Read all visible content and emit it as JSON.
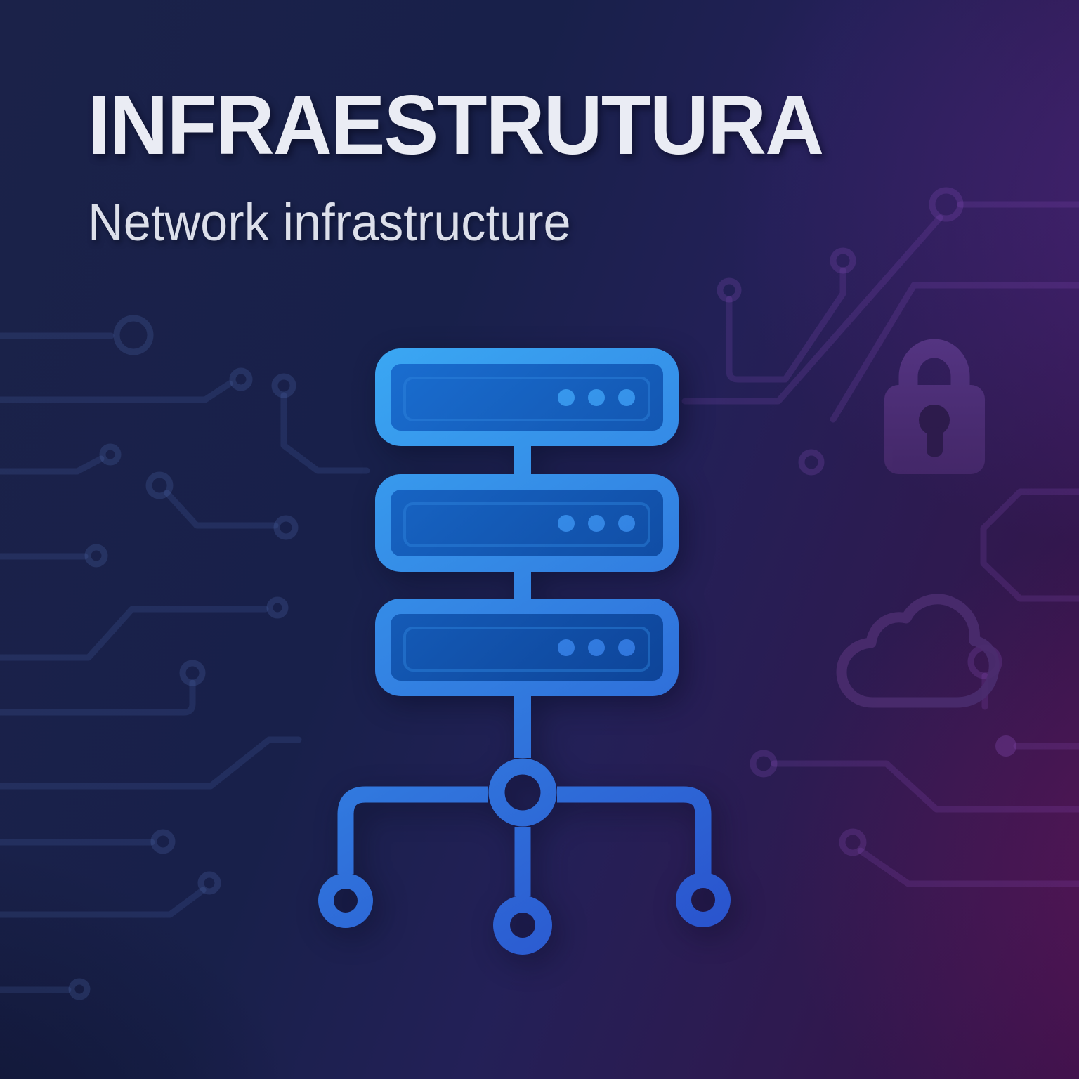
{
  "header": {
    "title": "INFRAESTRUTURA",
    "subtitle": "Network infrastructure"
  },
  "illustration": {
    "main_icon": "server-stack-with-network-nodes",
    "server_units": 3,
    "status_dots_per_unit": 3,
    "network_terminal_nodes": 3,
    "decor_icons": [
      "padlock-icon",
      "cloud-icon",
      "circuit-trace-pattern"
    ]
  },
  "colors": {
    "bg_navy": "#1B2249",
    "bg_purple": "#2E1A50",
    "bg_magenta": "#3A1149",
    "icon_blue_light": "#3AA7F3",
    "icon_blue_deep": "#2A55CE",
    "server_fill_light": "#1A6FD2",
    "server_fill_deep": "#0D4296",
    "server_inner_line": "#2F86DD",
    "trace_blue": "#6E96E6",
    "trace_purple": "#9A5BD2",
    "lock_purple_light": "#573685",
    "lock_purple_deep": "#46296B",
    "keyhole_color": "#2D1B4C",
    "cloud_outline": "#4A2C6E",
    "title_color": "#EAECF4",
    "subtitle_color": "#DCDFEA"
  }
}
